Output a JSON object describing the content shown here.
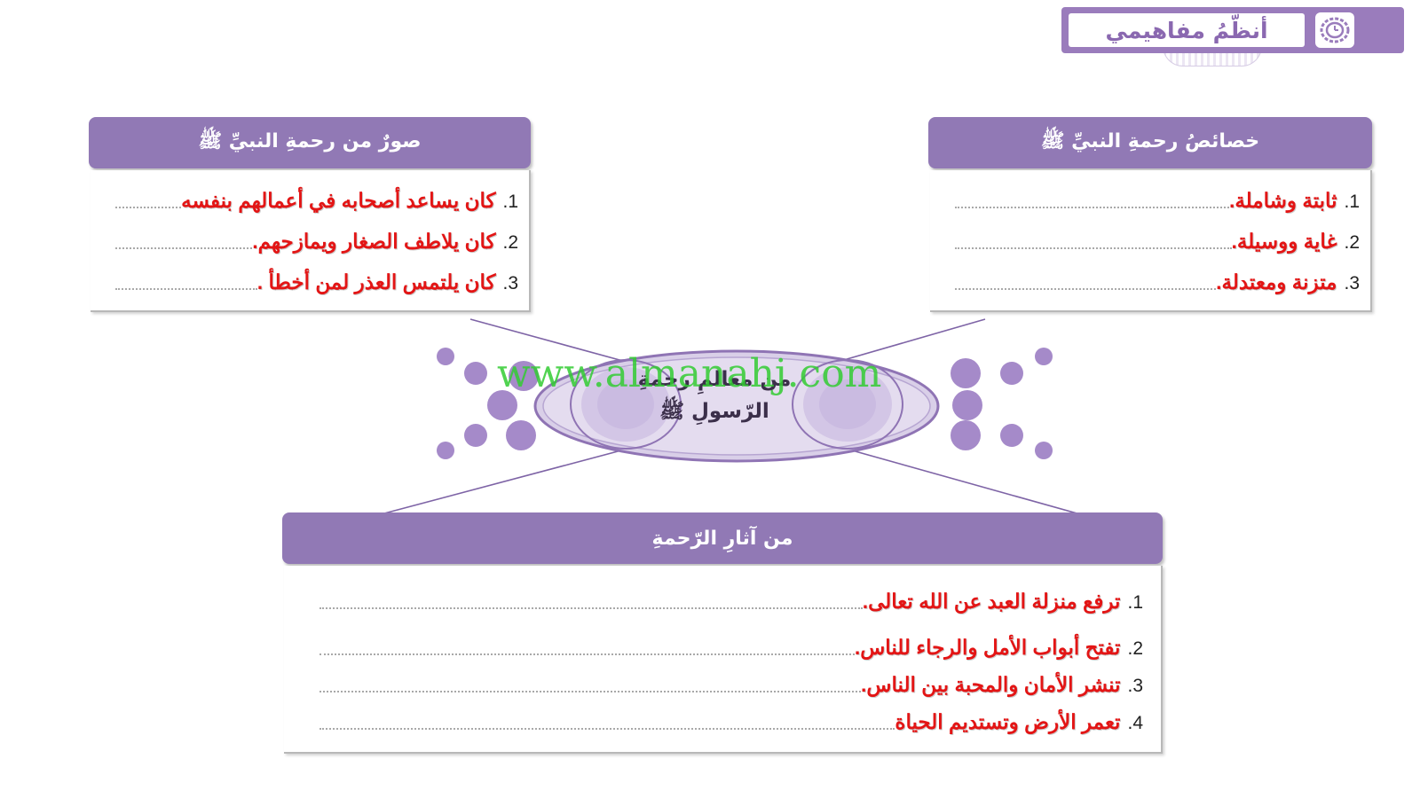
{
  "header": {
    "title": "أنظّمُ مفاهيمي",
    "icon": "clock-badge-icon"
  },
  "center": {
    "line1": "من معالمِ رحمةِ",
    "line2": "الرّسولِ ﷺ"
  },
  "watermark": "www.almanahj.com",
  "right_box": {
    "title": "خصائصُ رحمةِ النبيِّ ﷺ",
    "items": [
      {
        "num": "1.",
        "text": "ثابتة وشاملة."
      },
      {
        "num": "2.",
        "text": "غاية ووسيلة."
      },
      {
        "num": "3.",
        "text": "متزنة ومعتدلة."
      }
    ]
  },
  "left_box": {
    "title": "صورٌ من رحمةِ النبيِّ ﷺ",
    "items": [
      {
        "num": "1.",
        "text": "كان يساعد أصحابه في أعمالهم بنفسه"
      },
      {
        "num": "2.",
        "text": "كان يلاطف الصغار ويمازحهم."
      },
      {
        "num": "3.",
        "text": "كان يلتمس العذر لمن أخطأ ."
      }
    ]
  },
  "bottom_box": {
    "title": "من آثارِ الرّحمةِ",
    "items": [
      {
        "num": "1.",
        "text": "ترفع منزلة العبد عن الله تعالى."
      },
      {
        "num": "2.",
        "text": "تفتح أبواب الأمل والرجاء للناس."
      },
      {
        "num": "3.",
        "text": "تنشر الأمان والمحبة بين الناس."
      },
      {
        "num": "4.",
        "text": "تعمر الأرض وتستديم الحياة"
      }
    ]
  },
  "colors": {
    "header_purple": "#9179b5",
    "answer_red": "#e31515",
    "dot_purple": "#a58ac9"
  }
}
